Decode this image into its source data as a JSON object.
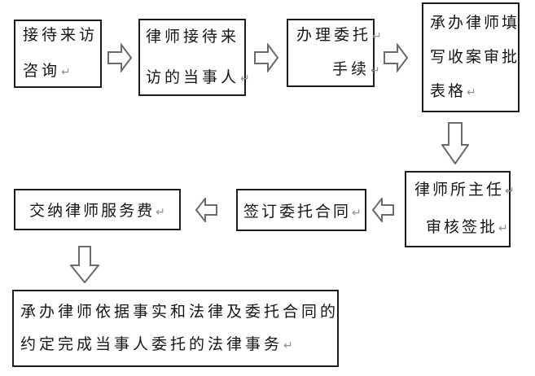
{
  "diagram": {
    "type": "flowchart",
    "background_color": "#ffffff",
    "box_border_color": "#1c1c1c",
    "arrow_outline_color": "#6b6b6b",
    "text_color": "#151515",
    "paragraph_mark_color": "#8f8f8f"
  },
  "nodes": [
    {
      "id": "reception-inquiry",
      "label": "接待来访咨询",
      "lines": [
        {
          "text": "接待来访",
          "mark": ""
        },
        {
          "text": "咨询",
          "mark": "↵"
        }
      ]
    },
    {
      "id": "lawyer-meets-client",
      "label": "律师接待来访的当事人",
      "lines": [
        {
          "text": "律师接待来",
          "mark": ""
        },
        {
          "text": "访的当事人",
          "mark": "↵"
        }
      ]
    },
    {
      "id": "entrustment-procedures",
      "label": "办理委托手续",
      "lines": [
        {
          "text": "办理委托",
          "mark": "↵"
        },
        {
          "text": "手续",
          "mark": "↵"
        }
      ]
    },
    {
      "id": "fill-case-approval-form",
      "label": "承办律师填写收案审批表格",
      "lines": [
        {
          "text": "承办律师填",
          "mark": ""
        },
        {
          "text": "写收案审批",
          "mark": ""
        },
        {
          "text": "表格",
          "mark": "↵"
        }
      ]
    },
    {
      "id": "director-review-approval",
      "label": "律师所主任审核签批",
      "lines": [
        {
          "text": "律师所主任",
          "mark": "↵"
        },
        {
          "text": "审核签批",
          "mark": "↵"
        }
      ]
    },
    {
      "id": "sign-entrustment-contract",
      "label": "签订委托合同",
      "lines": [
        {
          "text": "签订委托合同",
          "mark": "↵"
        }
      ]
    },
    {
      "id": "pay-lawyer-fee",
      "label": "交纳律师服务费",
      "lines": [
        {
          "text": "交纳律师服务费",
          "mark": "↵"
        }
      ]
    },
    {
      "id": "complete-legal-affairs",
      "label": "承办律师依据事实和法律及委托合同的约定完成当事人委托的法律事务",
      "lines": [
        {
          "text": "承办律师依据事实和法律及委托合同的",
          "mark": ""
        },
        {
          "text": "约定完成当事人委托的法律事务",
          "mark": "↵"
        }
      ]
    }
  ],
  "flows": [
    {
      "from": "接待来访咨询",
      "to": "律师接待来访的当事人",
      "direction": "right"
    },
    {
      "from": "律师接待来访的当事人",
      "to": "办理委托手续",
      "direction": "right"
    },
    {
      "from": "办理委托手续",
      "to": "承办律师填写收案审批表格",
      "direction": "right"
    },
    {
      "from": "承办律师填写收案审批表格",
      "to": "律师所主任审核签批",
      "direction": "down"
    },
    {
      "from": "律师所主任审核签批",
      "to": "签订委托合同",
      "direction": "left"
    },
    {
      "from": "签订委托合同",
      "to": "交纳律师服务费",
      "direction": "left"
    },
    {
      "from": "交纳律师服务费",
      "to": "承办律师依据事实和法律及委托合同的约定完成当事人委托的法律事务",
      "direction": "down"
    }
  ]
}
